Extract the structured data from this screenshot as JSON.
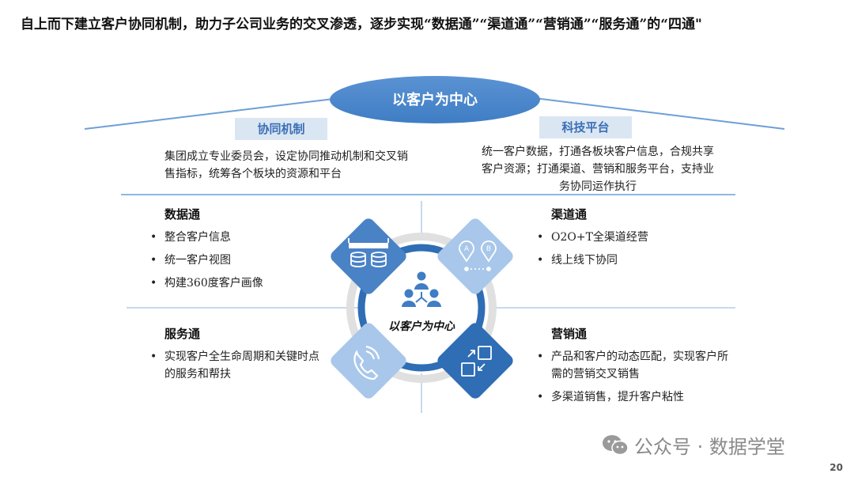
{
  "title": "自上而下建立客户协同机制，助力子公司业务的交叉渗透，逐步实现“数据通”“渠道通”“营销通”“服务通”的“四通\"",
  "top_ellipse": "以客户为中心",
  "left_box": {
    "label": "协同机制",
    "desc": "集团成立专业委员会，设定协同推动机制和交叉销售指标，统筹各个板块的资源和平台"
  },
  "right_box": {
    "label": "科技平台",
    "desc": "统一客户数据，打通各板块客户信息，合规共享客户资源；打通渠道、营销和服务平台，支持业务协同运作执行"
  },
  "quadrants": {
    "data": {
      "title": "数据通",
      "items": [
        "整合客户信息",
        "统一客户视图",
        "构建360度客户画像"
      ]
    },
    "channel": {
      "title": "渠道通",
      "items": [
        "O2O+T全渠道经营",
        "线上线下协同"
      ]
    },
    "service": {
      "title": "服务通",
      "items": [
        "实现客户全生命周期和关键时点的服务和帮扶"
      ]
    },
    "marketing": {
      "title": "营销通",
      "items": [
        "产品和客户的动态匹配，实现客户所需的营销交叉销售",
        "多渠道销售，提升客户粘性"
      ]
    }
  },
  "center_label": "以客户为中心",
  "watermark": "公众号 · 数据学堂",
  "page_number": "20",
  "colors": {
    "blue_dark": "#2f6db5",
    "blue_mid": "#6d9fd6",
    "blue_light": "#a8c7ea",
    "box_bg": "#dbe6f3",
    "ring": "#d9d9d9"
  }
}
